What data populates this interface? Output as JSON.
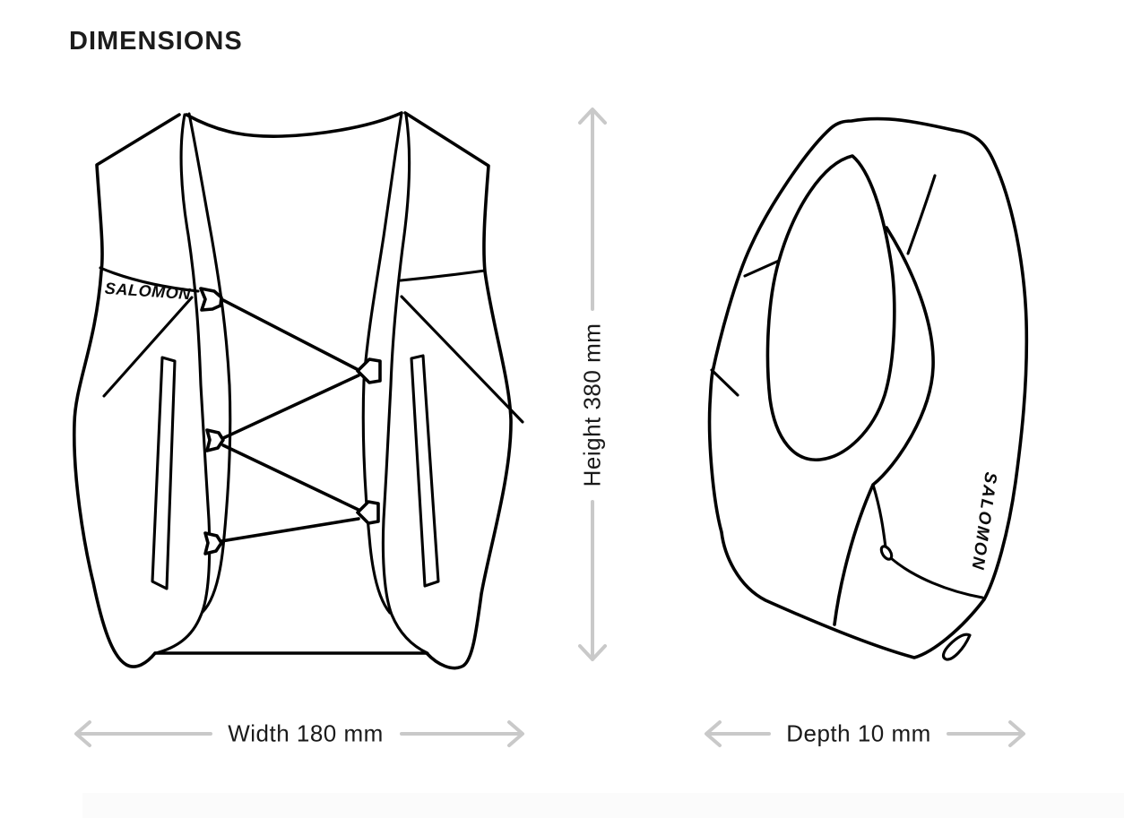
{
  "page": {
    "title": "DIMENSIONS",
    "background_color": "#ffffff"
  },
  "brand": {
    "front_logo": "SALOMON",
    "side_logo": "SALOMON"
  },
  "dimension_labels": {
    "width": "Width 180 mm",
    "height": "Height 380 mm",
    "depth": "Depth 10 mm"
  },
  "colors": {
    "drawing_stroke": "#000000",
    "arrow": "#c9c9c9",
    "label_text": "#1a1a1a",
    "footer_strip": "#fbfbfb"
  }
}
